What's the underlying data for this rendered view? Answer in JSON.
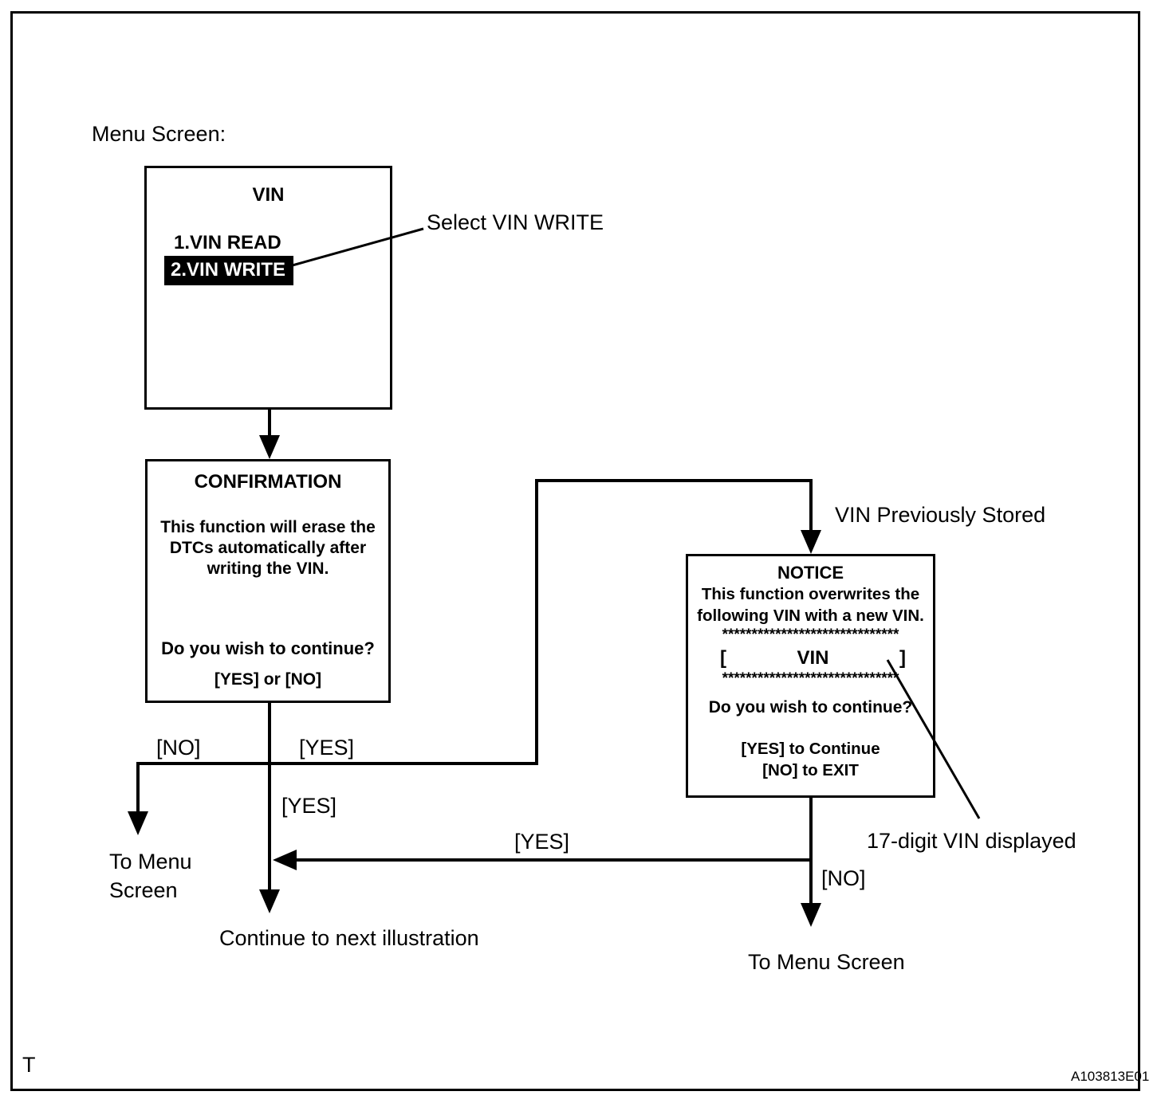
{
  "colors": {
    "ink": "#000000",
    "paper": "#ffffff"
  },
  "menu_screen_label": "Menu Screen:",
  "page_marker": "T",
  "figure_code": "A103813E01",
  "vin_menu": {
    "title": "VIN",
    "item1": "1.VIN READ",
    "item2": "2.VIN WRITE"
  },
  "annotations": {
    "select_vin_write": "Select VIN WRITE",
    "vin_previously_stored": "VIN Previously Stored",
    "vin_displayed": "17-digit VIN displayed"
  },
  "confirmation": {
    "title": "CONFIRMATION",
    "line1": "This function will erase the",
    "line2": "DTCs automatically after",
    "line3": "writing the VIN.",
    "question": "Do you wish to continue?",
    "options": "[YES] or [NO]"
  },
  "notice": {
    "title": "NOTICE",
    "line1": "This function overwrites the",
    "line2": "following VIN with a new VIN.",
    "stars": "******************************",
    "bracket_open": "[",
    "vin_label": "VIN",
    "bracket_close": "]",
    "question": "Do you wish to continue?",
    "yes_option": "[YES] to Continue",
    "no_option": "[NO] to EXIT"
  },
  "branch_labels": {
    "no_left": "[NO]",
    "yes_right": "[YES]",
    "yes_down": "[YES]",
    "yes_return": "[YES]",
    "no_down": "[NO]"
  },
  "destinations": {
    "to_menu_line1": "To Menu",
    "to_menu_line2": "Screen",
    "continue_next": "Continue to next illustration",
    "to_menu_screen": "To Menu Screen"
  }
}
